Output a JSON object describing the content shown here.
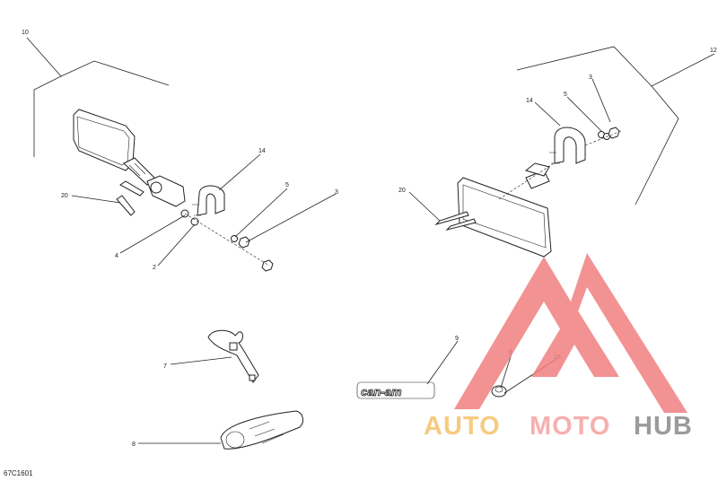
{
  "diagram": {
    "callouts": {
      "c10": "10",
      "c12": "12",
      "c14a": "14",
      "c14b": "14",
      "c20a": "20",
      "c20b": "20",
      "c5a": "5",
      "c5b": "5",
      "c3a": "3",
      "c3b": "3",
      "c4": "4",
      "c2": "2",
      "c7": "7",
      "c8": "8",
      "c9": "9",
      "c6": "6",
      "c16": "16"
    },
    "figure_code": "67C1601",
    "decal_text": "can-am"
  },
  "watermark": {
    "part1": "AUTO",
    "part2": "MOTO",
    "part3": "HUB",
    "colors": {
      "auto": "#f5c36b",
      "moto": "#f4a3a0",
      "hub": "#8a8a8a",
      "triangle": "#f08080"
    }
  }
}
